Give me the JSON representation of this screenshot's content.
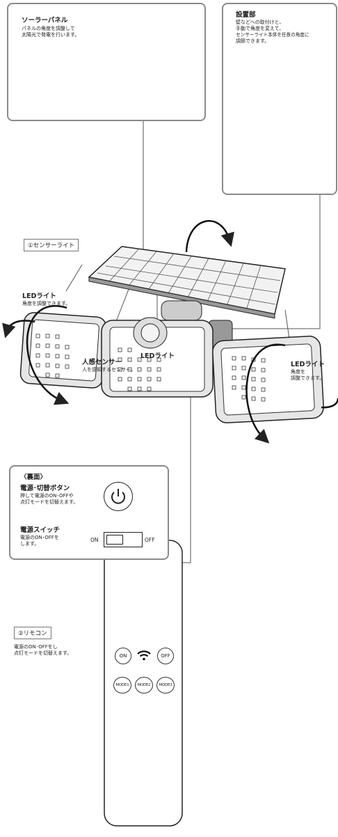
{
  "solar_panel_callout": {
    "title": "ソーラーパネル",
    "desc_lines": [
      "パネルの角度を調整して",
      "太陽光で発電を行います。"
    ]
  },
  "mount_callout": {
    "title": "設置部",
    "desc_lines": [
      "壁などへの取付けと、",
      "手動で角度を変えて、",
      "センサーライト本体を任意の角度に",
      "調節できます。"
    ]
  },
  "sensor_light_label": "①センサーライト",
  "left_light": {
    "title": "LEDライト",
    "desc": "角度を調整できます。"
  },
  "human_sensor": {
    "title": "人感センサー",
    "desc": "人を感知するセンサー。"
  },
  "center_light": {
    "title": "LEDライト"
  },
  "right_light": {
    "title": "LEDライト",
    "desc_lines": [
      "角度を",
      "調整できます。"
    ]
  },
  "back_panel": {
    "heading": "〈裏面〉",
    "power_button": {
      "title": "電源･切替ボタン",
      "desc_lines": [
        "押して電源のON･OFFや",
        "点灯モードを切替えます。"
      ]
    },
    "power_switch": {
      "title": "電源スイッチ",
      "desc_lines": [
        "電源のON･OFFを",
        "します。"
      ],
      "on_label": "ON",
      "off_label": "OFF"
    }
  },
  "remote_label": "②リモコン",
  "remote_desc_lines": [
    "電源のON･OFFをし",
    "点灯モードを切替えます。"
  ],
  "remote": {
    "on": "ON",
    "off": "OFF",
    "mode1": "MODE1",
    "mode2": "MODE2",
    "mode3": "MODE3"
  },
  "icons": [
    "rotate-arrow-icon",
    "power-icon",
    "wifi-signal-icon",
    "toggle-switch-icon"
  ],
  "colors": {
    "border": "#8a8a8a",
    "line": "#555555",
    "panel": "#eeeeee"
  }
}
